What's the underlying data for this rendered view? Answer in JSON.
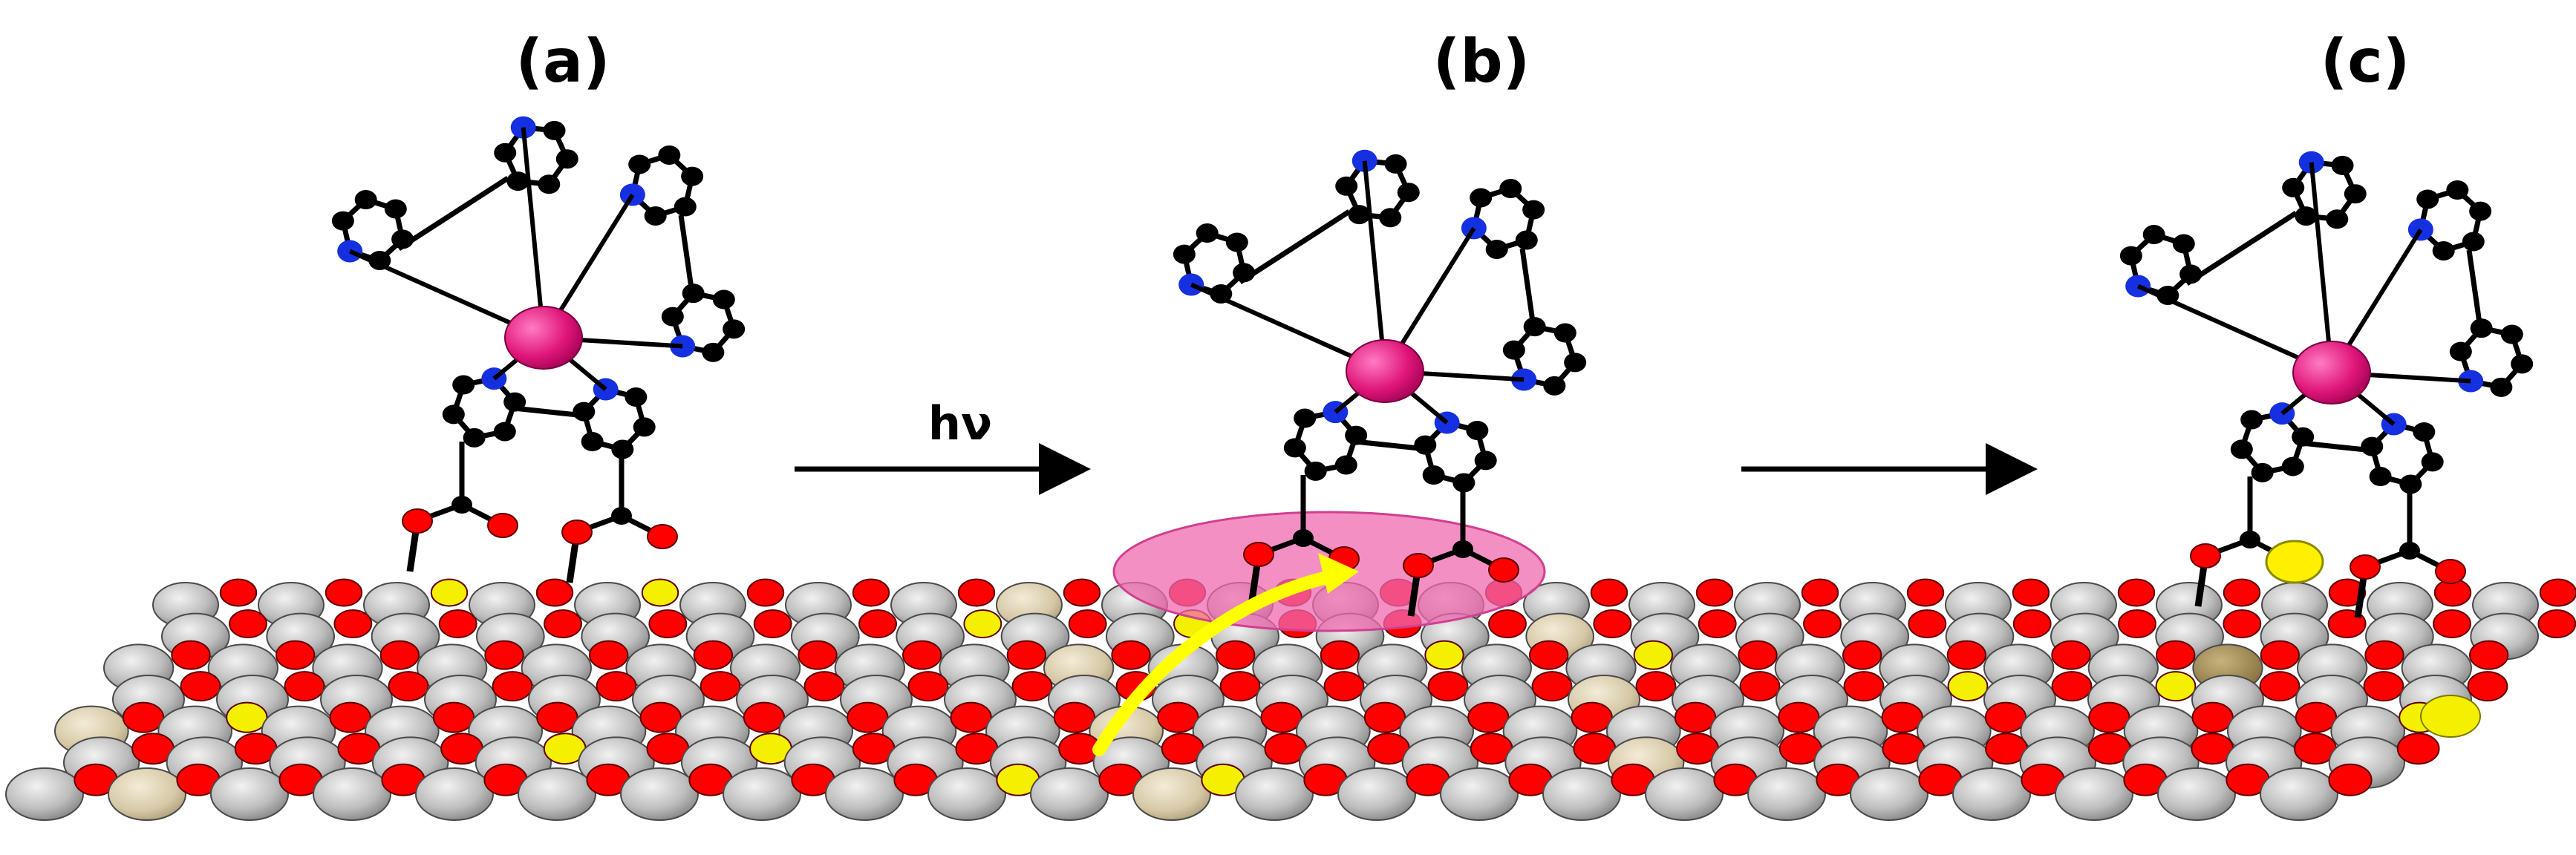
{
  "labels": {
    "panel_a": "(a)",
    "panel_b": "(b)",
    "panel_c": "(c)",
    "photon": "hν"
  },
  "colors": {
    "background": "#ffffff",
    "metal_center": "#e0167a",
    "nitrogen": "#1530e0",
    "carbon": "#000000",
    "oxygen": "#ff0000",
    "surface_gray": "#bdbdbd",
    "surface_tan": "#d6c8a6",
    "surface_yellow": "#f5f000",
    "surface_brown": "#a08a55",
    "highlight_ellipse": "#f06ab0",
    "electron_arrow": "#ffff00",
    "injected_electron": "#ffef00"
  },
  "icons": {
    "molecule": "ru-bipyridyl-complex",
    "surface": "metal-oxide-lattice",
    "arrow": "right-arrow"
  }
}
